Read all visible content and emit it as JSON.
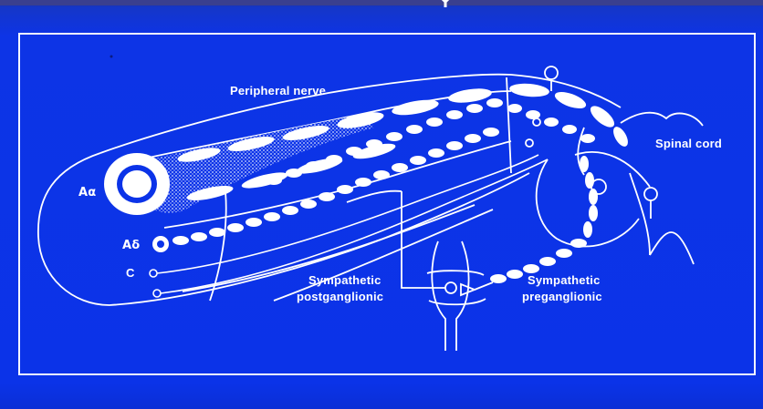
{
  "labels": {
    "peripheral_nerve": "Peripheral nerve",
    "spinal_cord": "Spinal cord",
    "a_alpha": "Aα",
    "a_delta": "Aδ",
    "c_fiber": "C",
    "sympathetic_post_line1": "Sympathetic",
    "sympathetic_post_line2": "postganglionic",
    "sympathetic_pre_line1": "Sympathetic",
    "sympathetic_pre_line2": "preganglionic"
  },
  "colors": {
    "background": "#0b33e8",
    "line": "#ffffff",
    "top_band": "#3a3f8e"
  }
}
